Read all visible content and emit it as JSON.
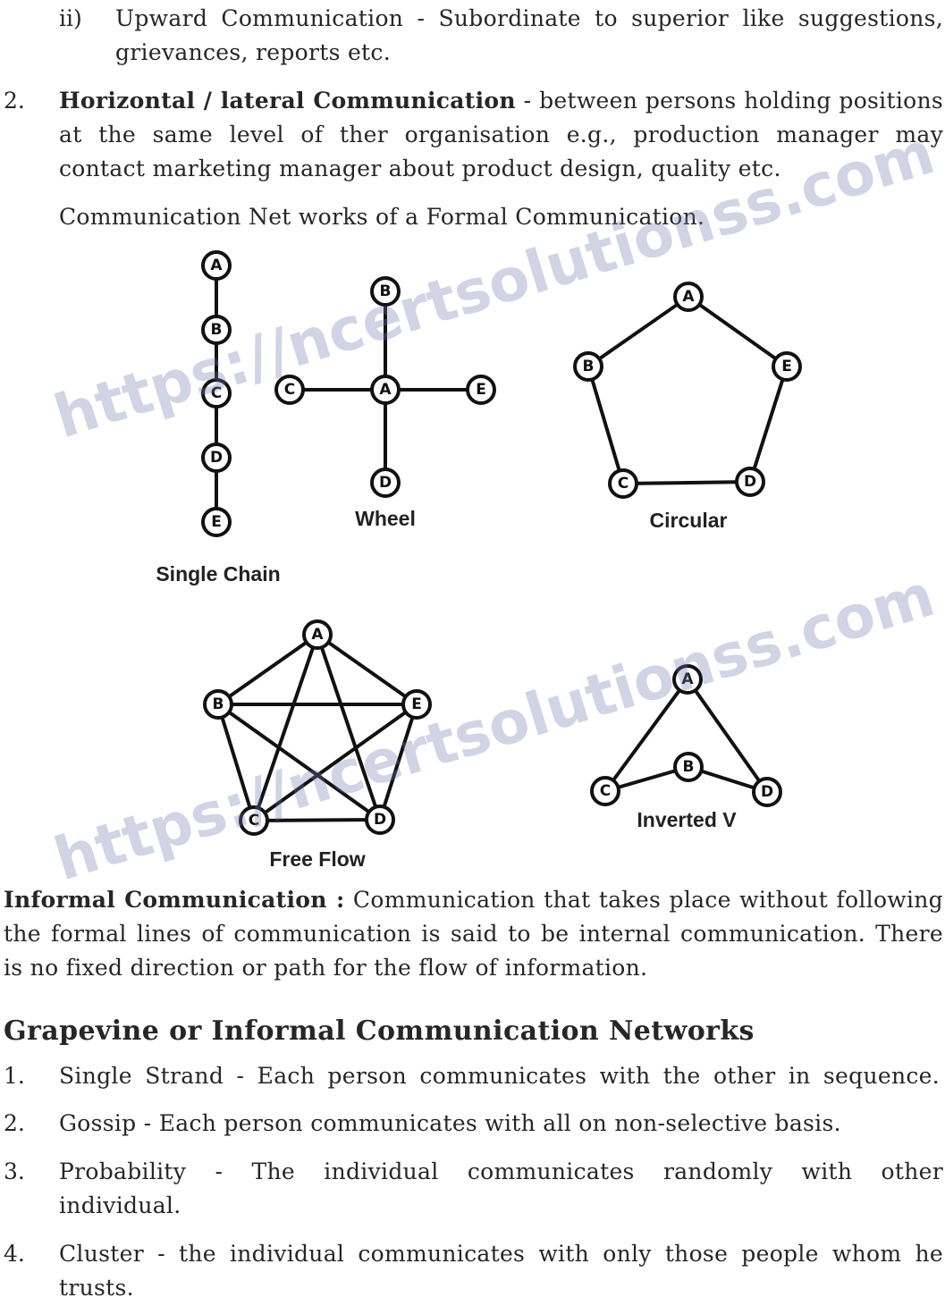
{
  "upward": {
    "marker": "ii)",
    "line1": "Upward Communication - Subordinate to superior like suggestions,",
    "line2": "grievances, reports etc."
  },
  "horizontal": {
    "number": "2.",
    "bold": "Horizontal / lateral Communication",
    "line1_rest": " - between persons holding positions",
    "line2": "at the same level of ther organisation e.g., production manager may",
    "line3": "contact marketing manager about product design, quality etc."
  },
  "networks_intro": "Communication Net works of a Formal Communication.",
  "diagrams": {
    "single_chain": {
      "caption": "Single Chain",
      "nodes": [
        "A",
        "B",
        "C",
        "D",
        "E"
      ]
    },
    "wheel": {
      "caption": "Wheel",
      "nodes": [
        "B",
        "C",
        "A",
        "E",
        "D"
      ]
    },
    "circular": {
      "caption": "Circular",
      "nodes": [
        "A",
        "B",
        "E",
        "C",
        "D"
      ]
    },
    "free_flow": {
      "caption": "Free Flow",
      "nodes": [
        "A",
        "B",
        "E",
        "C",
        "D"
      ]
    },
    "inverted_v": {
      "caption": "Inverted V",
      "nodes": [
        "A",
        "B",
        "C",
        "D"
      ]
    }
  },
  "watermark": "https://ncertsolutionss.com",
  "informal": {
    "bold": "Informal Communication :",
    "line1_rest": " Communication that takes place without following",
    "line2": "the formal lines of communication is said to be internal communication. There",
    "line3": "is no fixed direction or path for the flow of information."
  },
  "grapevine": {
    "heading": "Grapevine or Informal Communication Networks",
    "items": [
      {
        "number": "1.",
        "line1": "Single Strand - Each person communicates with the other in sequence."
      },
      {
        "number": "2.",
        "line1": "Gossip - Each person communicates with all on non-selective basis."
      },
      {
        "number": "3.",
        "line1": "Probability - The individual communicates randomly with other",
        "line2": "individual."
      },
      {
        "number": "4.",
        "line1": "Cluster - the individual communicates with only those people whom he",
        "line2": "trusts."
      }
    ]
  }
}
